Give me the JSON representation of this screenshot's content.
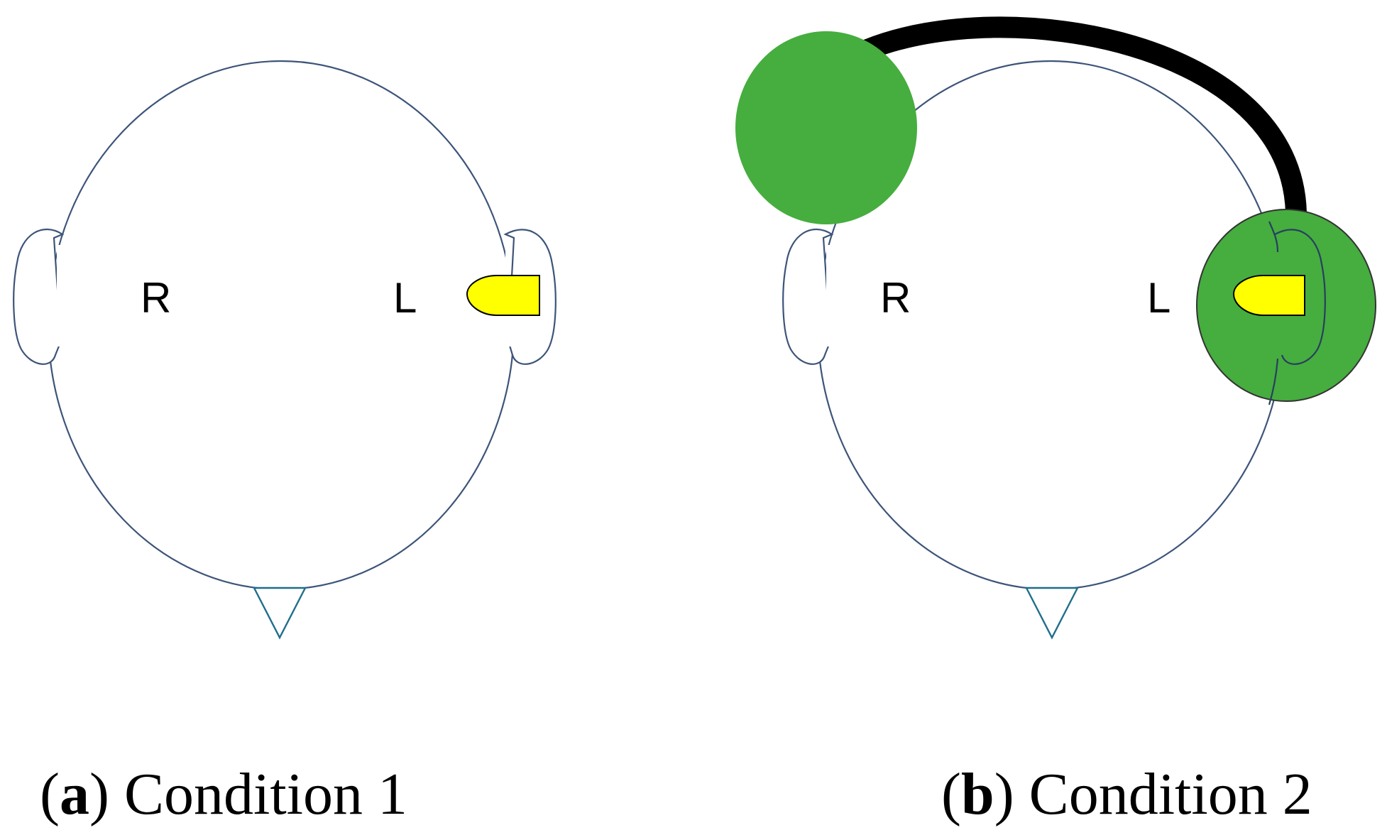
{
  "panels": [
    {
      "right_label": "R",
      "left_label": "L",
      "caption_open": "(",
      "caption_letter": "a",
      "caption_rest": ") Condition 1"
    },
    {
      "right_label": "R",
      "left_label": "L",
      "caption_open": "(",
      "caption_letter": "b",
      "caption_rest": ") Condition 2"
    }
  ],
  "colors": {
    "outline": "#3d5479",
    "nose": "#1f6e8c",
    "device_fill": "#ffff00",
    "device_stroke": "#000000",
    "headphone_green": "#46ad3f",
    "headband": "#000000"
  },
  "icons": {
    "ear_device": "yellow-ear-device-icon",
    "headphone": "green-headphone-cup-icon"
  }
}
